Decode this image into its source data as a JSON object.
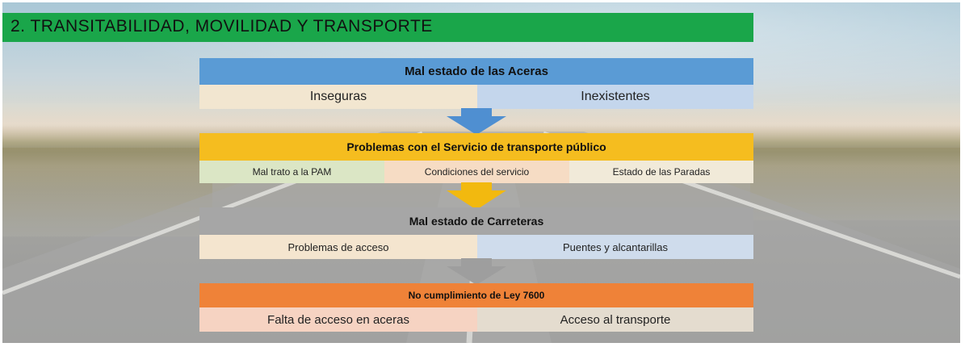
{
  "title": "2. TRANSITABILIDAD, MOVILIDAD Y TRANSPORTE",
  "blocks": [
    {
      "header": "Mal estado de las Aceras",
      "header_color": "#5a9bd5",
      "items": [
        "Inseguras",
        "Inexistentes"
      ],
      "item_colors": [
        "#f2e6d0",
        "#c4d6ec"
      ],
      "arrow_color": "#4f8fd1"
    },
    {
      "header": "Problemas con el Servicio de transporte público",
      "header_color": "#f5bd1f",
      "items": [
        "Mal trato a la PAM",
        "Condiciones del servicio",
        "Estado de las Paradas"
      ],
      "item_colors": [
        "#dbe6c5",
        "#f6dcc4",
        "#f1ead9"
      ],
      "arrow_color": "#f2b90f"
    },
    {
      "header": "Mal estado de Carreteras",
      "header_color": "#a6a6a6",
      "items": [
        "Problemas de acceso",
        "Puentes y alcantarillas"
      ],
      "item_colors": [
        "#f4e5cf",
        "#cfdcec"
      ],
      "arrow_color": "#9e9e9e"
    },
    {
      "header": "No cumplimiento de Ley 7600",
      "header_color": "#ef8238",
      "items": [
        "Falta de acceso en aceras",
        "Acceso al transporte"
      ],
      "item_colors": [
        "#f6d3c2",
        "#e4dccf"
      ]
    }
  ]
}
